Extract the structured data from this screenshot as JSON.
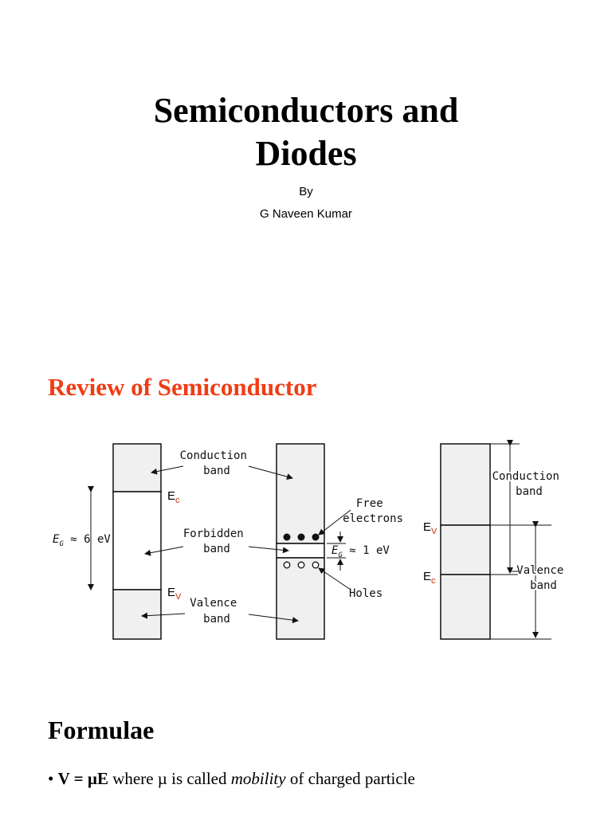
{
  "title": {
    "line1": "Semiconductors and",
    "line2": "Diodes"
  },
  "byline": {
    "by": "By",
    "author": "G Naveen Kumar"
  },
  "review": {
    "heading": "Review of Semiconductor"
  },
  "figure": {
    "insulator": {
      "conduction": [
        "Conduction",
        "band"
      ],
      "ec": "E",
      "ec_sub": "c",
      "eg": "E",
      "eg_sub": "G",
      "eg_value": " ≈ 6 eV",
      "forbidden": [
        "Forbidden",
        "band"
      ],
      "ev": "E",
      "ev_sub": "V",
      "valence": [
        "Valence",
        "band"
      ]
    },
    "semiconductor": {
      "free": [
        "Free",
        "electrons"
      ],
      "eg": "E",
      "eg_sub": "G",
      "eg_value": " ≈ 1 eV",
      "holes": "Holes"
    },
    "conductor": {
      "conduction": [
        "Conduction",
        "band"
      ],
      "ev": "E",
      "ev_sub": "V",
      "ec": "E",
      "ec_sub": "c",
      "valence": [
        "Valence",
        "band"
      ]
    },
    "colors": {
      "band_fill": "#f0f0f0",
      "subscript": "#c03000"
    }
  },
  "formulae": {
    "heading": "Formulae",
    "bullet": "•",
    "eq": "V = µE",
    "pre": "  where µ is called ",
    "em": "mobility",
    "post": " of charged particle"
  }
}
